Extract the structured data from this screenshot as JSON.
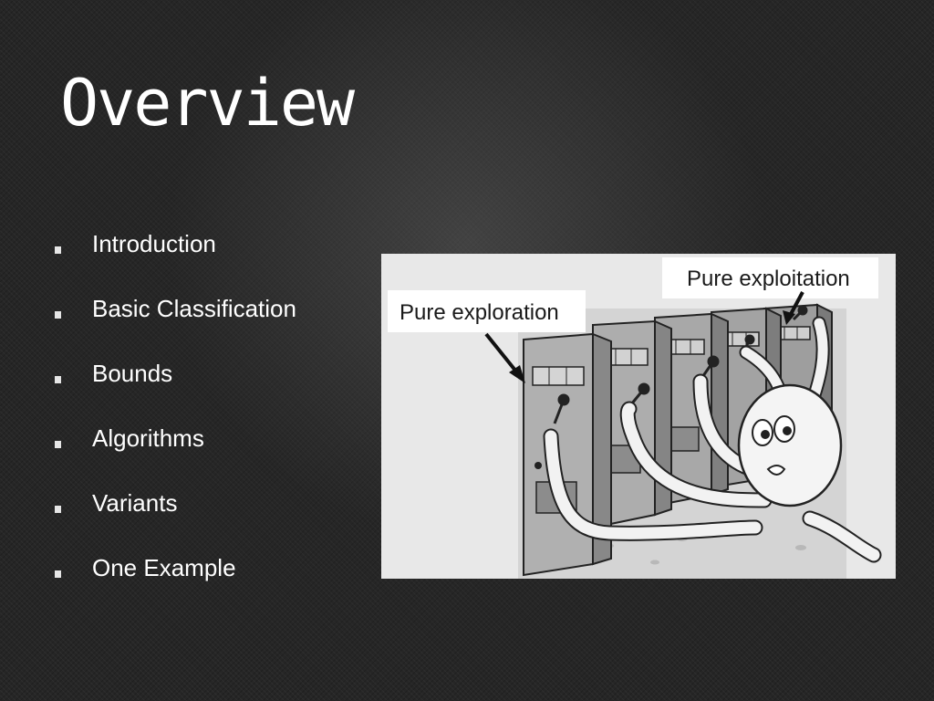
{
  "slide": {
    "title": "Overview",
    "bullets": [
      "Introduction",
      "Basic Classification",
      "Bounds",
      "Algorithms",
      "Variants",
      "One Example"
    ]
  },
  "figure": {
    "label_left": "Pure exploration",
    "label_right": "Pure exploitation"
  }
}
